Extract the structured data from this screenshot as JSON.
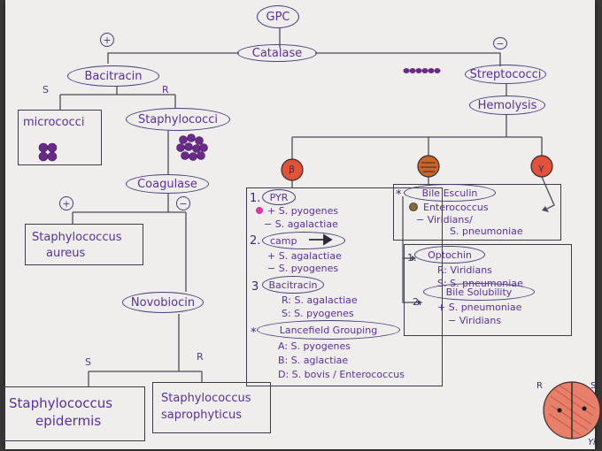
{
  "root": "GPC",
  "catalase": "Catalase",
  "plus": "+",
  "minus": "−",
  "bacitracin": "Bacitracin",
  "s": "S",
  "r": "R",
  "micrococci": "micrococci",
  "staphylococci": "Staphylococci",
  "coagulase": "Coagulase",
  "staph_aureus_1": "Staphylococcus",
  "staph_aureus_2": "aureus",
  "novobiocin": "Novobiocin",
  "staph_epi_1": "Staphylococcus",
  "staph_epi_2": "epidermis",
  "staph_sapro_1": "Staphylococcus",
  "staph_sapro_2": "saprophyticus",
  "streptococci": "Streptococci",
  "hemolysis": "Hemolysis",
  "beta_symbol": "β",
  "gamma_symbol": "γ",
  "beta": {
    "n1": "1.",
    "pyr": "PYR",
    "pyr_pos": "+ S. pyogenes",
    "pyr_neg": "− S. agalactiae",
    "n2": "2.",
    "camp": "camp",
    "camp_arrow": "\"→\"",
    "camp_pos": "+ S. agalactiae",
    "camp_neg": "− S. pyogenes",
    "n3": "3",
    "bacitracin": "Bacitracin",
    "bac_r": "R: S. agalactiae",
    "bac_s": "S: S. pyogenes",
    "star": "*",
    "lancefield": "Lancefield Grouping",
    "lf_a": "A: S. pyogenes",
    "lf_b": "B: S. aglactiae",
    "lf_d": "D: S. bovis / Enterococcus"
  },
  "alpha": {
    "star": "*",
    "bile_esculin": "Bile Esculin",
    "be_pos": "Enterococcus",
    "be_neg_1": "− Viridians/",
    "be_neg_2": "S. pneumoniae",
    "n1": "1.",
    "optochin": "Optochin",
    "opt_r": "R: Viridians",
    "opt_s": "S: S. pneumoniae",
    "n2": "2.",
    "bile_solubility": "Bile Solubility",
    "bs_pos": "+ S. pneumoniae",
    "bs_neg": "− Viridians"
  },
  "plate_r": "R",
  "plate_s": "S",
  "signature": "Yi",
  "colors": {
    "ink_purple": "#5a2f9a",
    "ink_dark": "#3d3d4a",
    "cocci_purple": "#6a2a8a",
    "hemolysis_red": "#e0533a",
    "paper": "#efeeec"
  }
}
